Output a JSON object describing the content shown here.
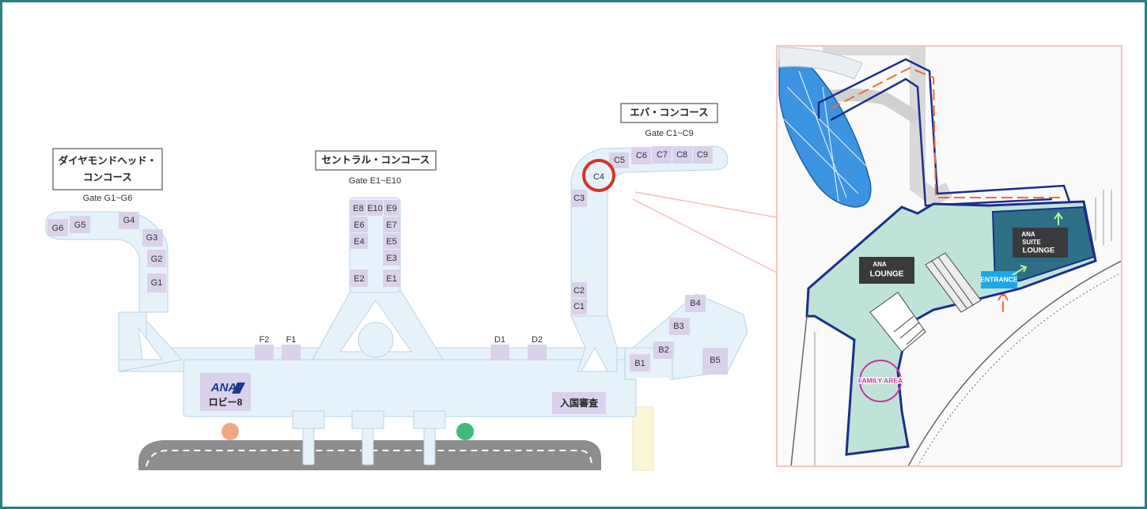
{
  "concourses": {
    "diamond_head": {
      "title_line1": "ダイヤモンドヘッド・",
      "title_line2": "コンコース",
      "gates": "Gate G1~G6"
    },
    "central": {
      "title": "セントラル・コンコース",
      "gates": "Gate E1~E10"
    },
    "ewa": {
      "title": "エバ・コンコース",
      "gates": "Gate C1~C9"
    }
  },
  "gate_labels": {
    "g6": "G6",
    "g5": "G5",
    "g4": "G4",
    "g3": "G3",
    "g2": "G2",
    "g1": "G1",
    "e8": "E8",
    "e10": "E10",
    "e9": "E9",
    "e6": "E6",
    "e7": "E7",
    "e4": "E4",
    "e5": "E5",
    "e3": "E3",
    "e2": "E2",
    "e1": "E1",
    "c1": "C1",
    "c2": "C2",
    "c3": "C3",
    "c4": "C4",
    "c5": "C5",
    "c6": "C6",
    "c7": "C7",
    "c8": "C8",
    "c9": "C9",
    "f1": "F1",
    "f2": "F2",
    "d1": "D1",
    "d2": "D2",
    "b1": "B1",
    "b2": "B2",
    "b3": "B3",
    "b4": "B4",
    "b5": "B5"
  },
  "ana_lobby": {
    "logo": "ANA",
    "label": "ロビー8"
  },
  "immigration": {
    "label": "入国審査"
  },
  "inset": {
    "ana_lounge": {
      "line1": "ANA",
      "line2": "LOUNGE"
    },
    "suite_lounge": {
      "line1": "ANA",
      "line2": "SUITE",
      "line3": "LOUNGE"
    },
    "entrance": "ENTRANCE",
    "family_area": "FAMILY AREA"
  },
  "colors": {
    "frame": "#2a7f86",
    "concourse_fill": "#e6f2fa",
    "gate_fill": "#d9d2ea",
    "highlight_circle": "#d9312b",
    "route_orange": "#f26b3a",
    "lounge_teal": "#bfe3d8",
    "lounge_border": "#1b2f8a",
    "suite_fill": "#2c6f86",
    "entrance_fill": "#1aa8e8"
  }
}
